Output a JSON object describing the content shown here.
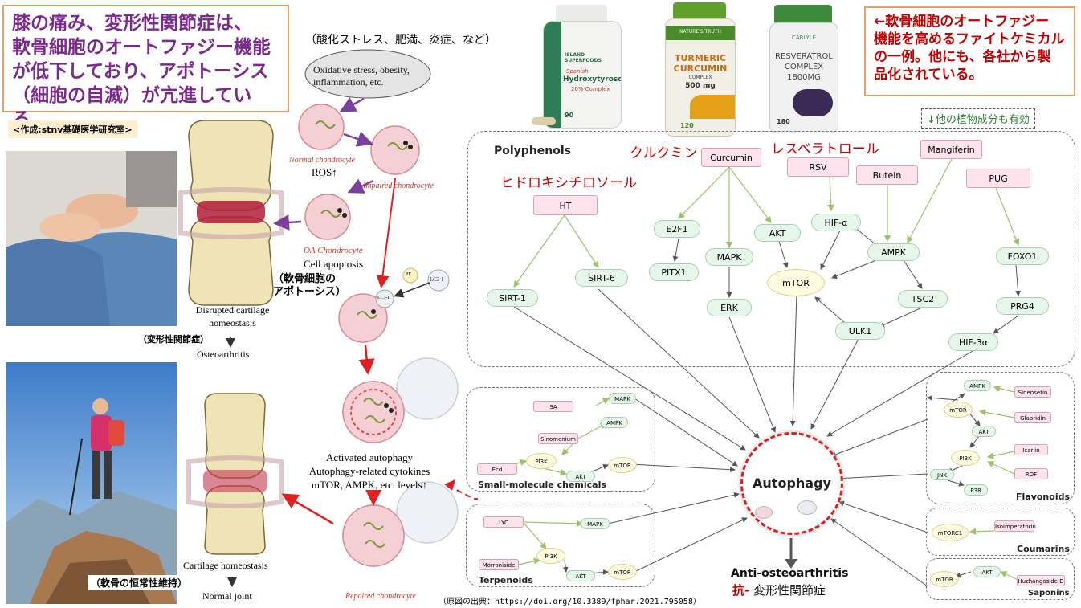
{
  "title_box": {
    "line1": "膝の痛み、変形性関節症は、",
    "line2": "軟骨細胞のオートファジー機能",
    "line3": "が低下しており、アポトーシス",
    "line4": "（細胞の自滅）が亢進している。"
  },
  "author_label": "<作成:stnv基礎医学研究室>",
  "note_box": {
    "line1": "←軟骨細胞のオートファジー",
    "line2": "機能を高めるファイトケミカル",
    "line3": "の一例。他にも、各社から製",
    "line4": "品化されている。"
  },
  "other_plants": "↓他の植物成分も有効",
  "stress_jp": "（酸化ストレス、肥満、炎症、など）",
  "stress_en_1": "Oxidative stress, obesity,",
  "stress_en_2": "inflammation, etc.",
  "left_diagram": {
    "normal_chondrocyte": "Normal chondrocyte",
    "ros": "ROS↑",
    "impaired_chondrocyte": "Impaired chondrocyte",
    "oa_chondrocyte": "OA Chondrocyte",
    "cell_apoptosis": "Cell apoptosis",
    "apoptosis_jp_1": "（軟骨細胞の",
    "apoptosis_jp_2": "アポトーシス）",
    "disrupted_1": "Disrupted cartilage",
    "disrupted_2": "homeostasis",
    "oa_jp": "（変形性関節症）",
    "osteoarthritis": "Osteoarthritis",
    "pe": "PE",
    "lc3i": "LC3-I",
    "lc3ii": "LC3-II",
    "activated_1": "Activated autophagy",
    "activated_2": "Autophagy-related cytokines",
    "activated_3": "mTOR, AMPK, etc. levels↑",
    "cart_homeo": "Cartilage homeostasis",
    "homeo_jp": "（軟骨の恒常性維持）",
    "normal_joint": "Normal joint",
    "repaired": "Repaired chondrocyte"
  },
  "products": {
    "p1_brand": "ISLAND SUPERFOODS",
    "p1_name": "Hydroxytyrosol",
    "p1_spanish": "Spanish",
    "p1_detail": "20% Complex",
    "p1_count": "90",
    "p2_brand": "NATURE'S TRUTH",
    "p2_name1": "TURMERIC",
    "p2_name2": "CURCUMIN",
    "p2_sub": "COMPLEX",
    "p2_dose": "500 mg",
    "p2_count": "120",
    "p3_brand": "CARLYLE",
    "p3_name1": "RESVERATROL",
    "p3_name2": "COMPLEX",
    "p3_dose": "1800MG",
    "p3_count": "180"
  },
  "labels_jp": {
    "curcumin": "クルクミン",
    "resveratrol": "レスベラトロール",
    "hydroxytyrosol": "ヒドロキシチロソール"
  },
  "polyphenols": {
    "title": "Polyphenols",
    "nodes": {
      "ht": "HT",
      "curcumin": "Curcumin",
      "rsv": "RSV",
      "butein": "Butein",
      "mangiferin": "Mangiferin",
      "pug": "PUG",
      "e2f1": "E2F1",
      "akt": "AKT",
      "hif_a": "HIF-α",
      "ampk": "AMPK",
      "foxo1": "FOXO1",
      "mapk": "MAPK",
      "pitx1": "PITX1",
      "mtor": "mTOR",
      "sirt1": "SIRT-1",
      "sirt6": "SIRT-6",
      "erk": "ERK",
      "tsc2": "TSC2",
      "prg4": "PRG4",
      "ulk1": "ULK1",
      "hif3a": "HIF-3α"
    }
  },
  "small_molecules": {
    "title": "Small-molecule chemicals",
    "nodes": {
      "sa": "SA",
      "mapk": "MAPK",
      "ampk": "AMPK",
      "sinomenium": "Sinomenium",
      "pi3k": "PI3K",
      "ecd": "Ecd",
      "akt": "AKT",
      "mtor": "mTOR"
    }
  },
  "terpenoids": {
    "title": "Terpenoids",
    "nodes": {
      "lyc": "LYC",
      "mapk": "MAPK",
      "pi3k": "PI3K",
      "morroniside": "Morroniside",
      "akt": "AKT",
      "mtor": "mTOR"
    }
  },
  "flavonoids": {
    "title": "Flavonoids",
    "nodes": {
      "ampk": "AMPK",
      "sinensetin": "Sinensetin",
      "mtor": "mTOR",
      "glabridin": "Glabridin",
      "akt": "AKT",
      "icariin": "Icariin",
      "pi3k": "PI3K",
      "rof": "ROF",
      "jnk": "JNK",
      "p38": "P38"
    }
  },
  "coumarins": {
    "title": "Coumarins",
    "mtorc1": "mTORC1",
    "isoimperatorin": "Isoimperatorin"
  },
  "saponins": {
    "title": "Saponins",
    "mtor": "mTOR",
    "akt": "AKT",
    "huzhangoside": "Huzhangoside D"
  },
  "autophagy": "Autophagy",
  "anti_oa": "Anti-osteoarthritis",
  "anti_oa_jp_1": "抗-",
  "anti_oa_jp_2": " 変形性関節症",
  "source": "（原図の出典：https://doi.org/10.3389/fphar.2021.795058）"
}
